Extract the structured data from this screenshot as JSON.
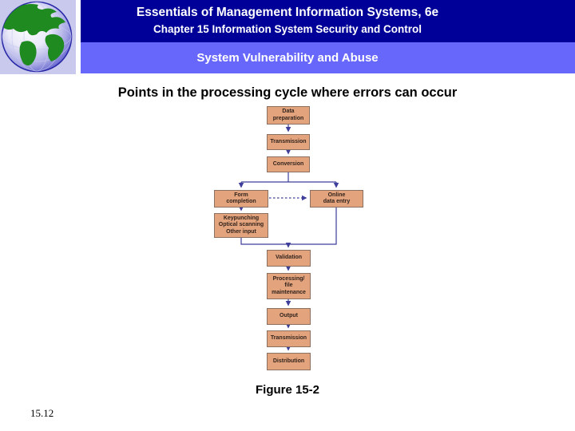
{
  "colors": {
    "header_navy": "#000099",
    "band_periwinkle": "#6767fb",
    "globe_panel_lavender": "#c9c9ed",
    "node_fill": "#e2a37d",
    "node_border": "#8a7060",
    "node_text": "#32231c",
    "connector_blue": "#3e3e9b"
  },
  "header": {
    "book_title": "Essentials of Management Information Systems, 6e",
    "chapter": "Chapter 15 Information System Security and Control",
    "section_title": "System Vulnerability and Abuse"
  },
  "slide": {
    "title": "Points in the processing cycle where errors can occur",
    "figure_caption": "Figure 15-2",
    "page_number": "15.12"
  },
  "flowchart": {
    "nodes": {
      "data_preparation": "Data\npreparation",
      "transmission_top": "Transmission",
      "conversion": "Conversion",
      "form_completion": "Form\ncompletion",
      "online_data_entry": "Online\ndata entry",
      "keypunching": "Keypunching\nOptical scanning\nOther input",
      "validation": "Validation",
      "processing_file_maintenance": "Processing/\nfile\nmaintenance",
      "output": "Output",
      "transmission_bottom": "Transmission",
      "distribution": "Distribution"
    }
  }
}
